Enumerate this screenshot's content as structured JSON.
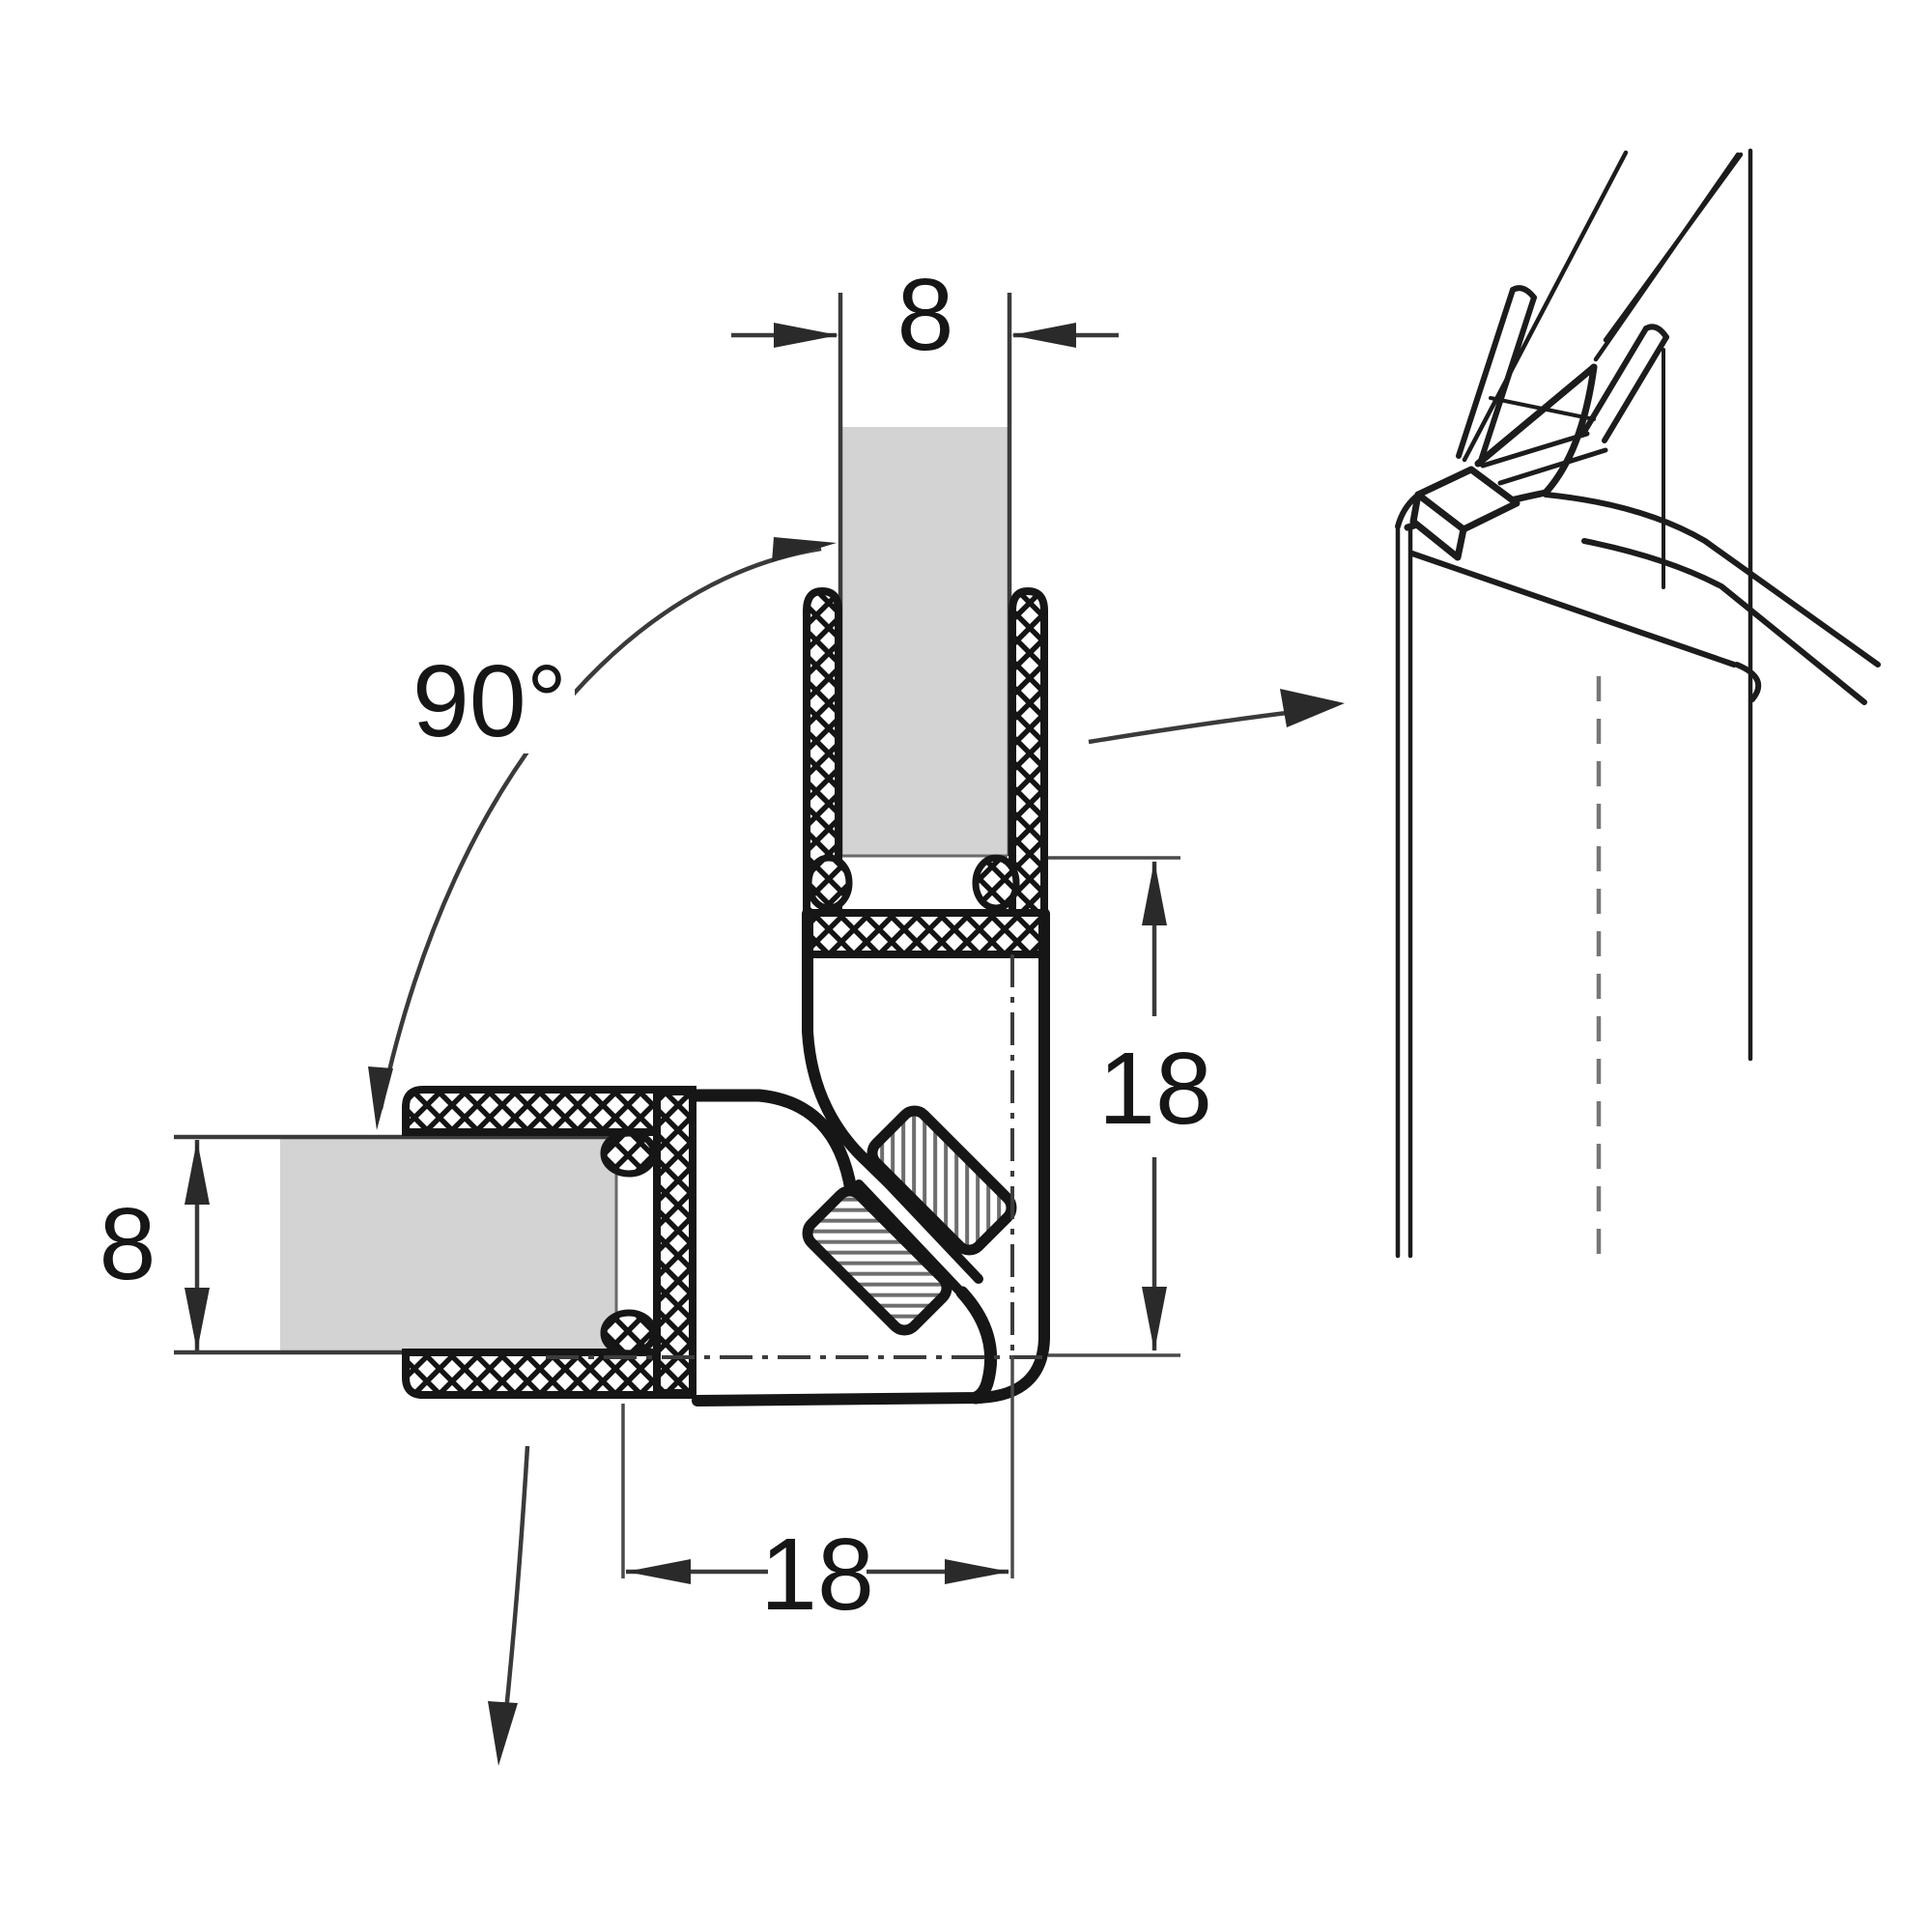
{
  "drawing": {
    "colors": {
      "background": "#ffffff",
      "line": "#161616",
      "dimension": "#3a3a3a",
      "glass": "#d3d3d3",
      "magnet_hatch": "#6e6e6e"
    },
    "labels": {
      "top_glass_width": "8",
      "left_glass_width": "8",
      "vertical_depth": "18",
      "horizontal_depth": "18",
      "corner_angle": "90°"
    }
  }
}
